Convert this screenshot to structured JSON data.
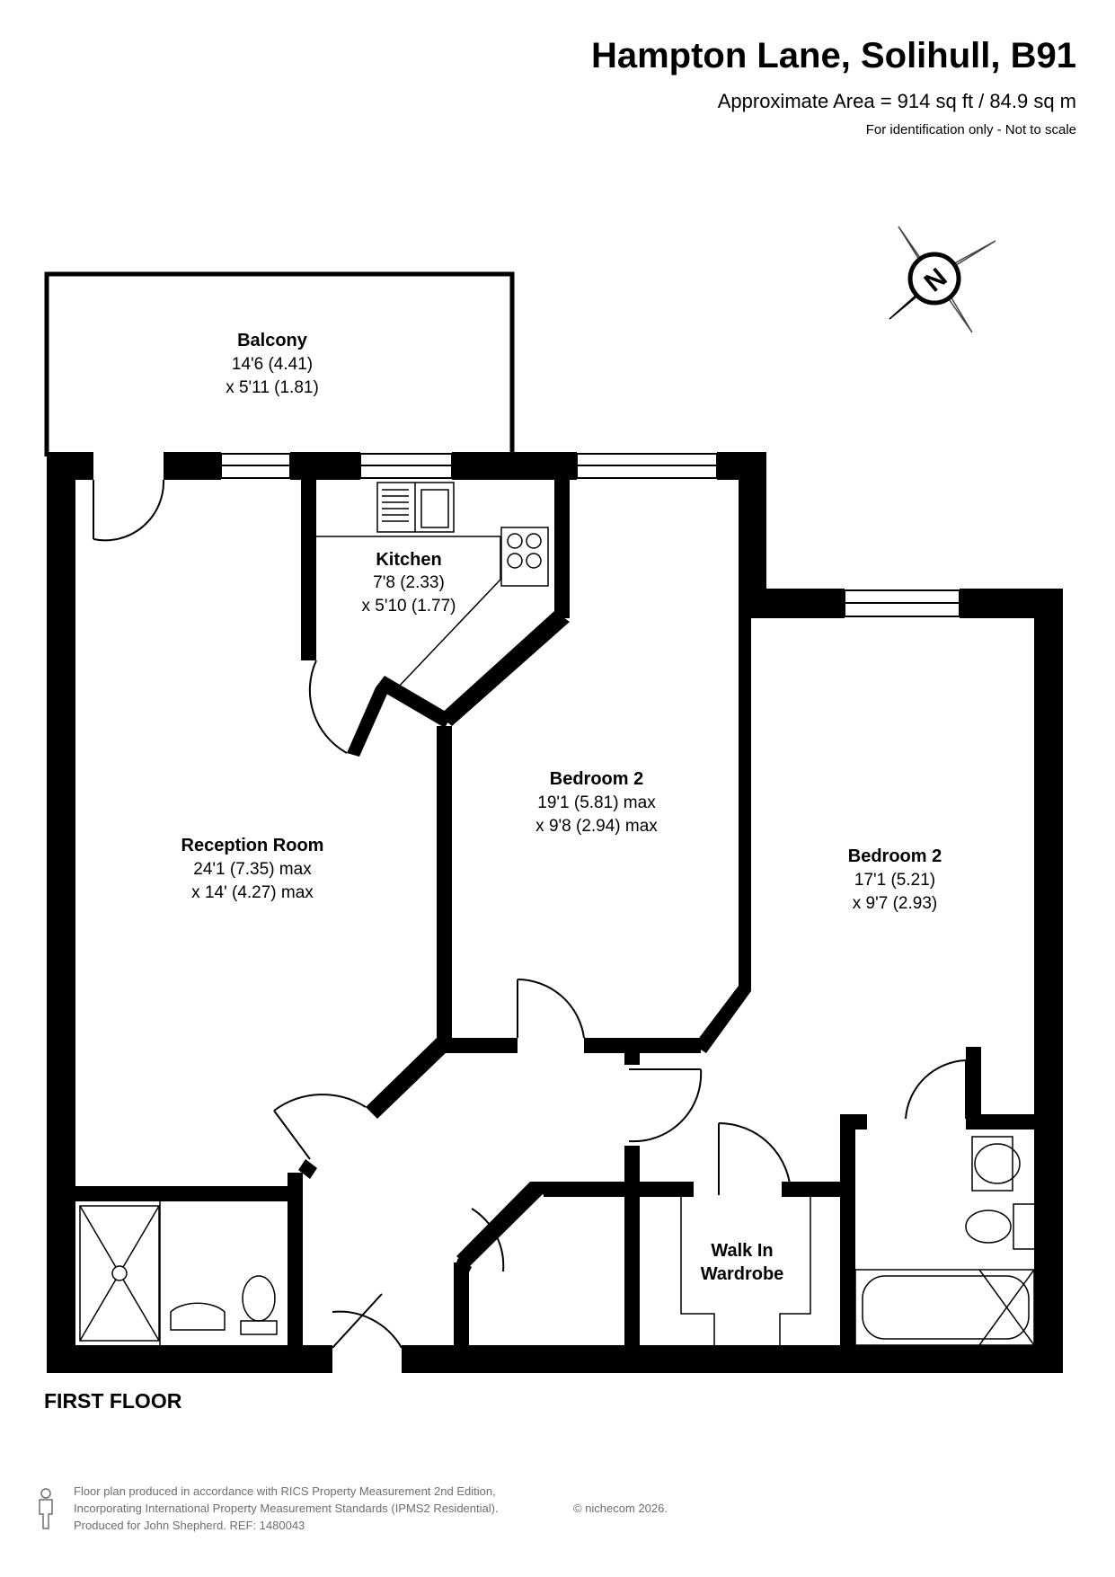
{
  "header": {
    "title": "Hampton Lane, Solihull, B91",
    "area": "Approximate Area = 914 sq ft / 84.9 sq m",
    "note": "For identification only - Not to scale"
  },
  "compass": {
    "label": "N"
  },
  "rooms": {
    "balcony": {
      "name": "Balcony",
      "dim1": "14'6 (4.41)",
      "dim2": "x 5'11 (1.81)"
    },
    "kitchen": {
      "name": "Kitchen",
      "dim1": "7'8 (2.33)",
      "dim2": "x 5'10 (1.77)"
    },
    "reception": {
      "name": "Reception Room",
      "dim1": "24'1 (7.35) max",
      "dim2": "x 14' (4.27) max"
    },
    "bedroom_a": {
      "name": "Bedroom 2",
      "dim1": "19'1 (5.81) max",
      "dim2": "x 9'8 (2.94) max"
    },
    "bedroom_b": {
      "name": "Bedroom 2",
      "dim1": "17'1 (5.21)",
      "dim2": "x 9'7 (2.93)"
    },
    "wardrobe": {
      "line1": "Walk In",
      "line2": "Wardrobe"
    }
  },
  "floor_label": "FIRST FLOOR",
  "footer": {
    "line1": "Floor plan produced in accordance with RICS Property Measurement 2nd Edition,",
    "line2": "Incorporating International Property Measurement Standards (IPMS2 Residential).",
    "line3": "Produced for John Shepherd.   REF:  1480043",
    "copyright": "© nichecom 2026."
  }
}
